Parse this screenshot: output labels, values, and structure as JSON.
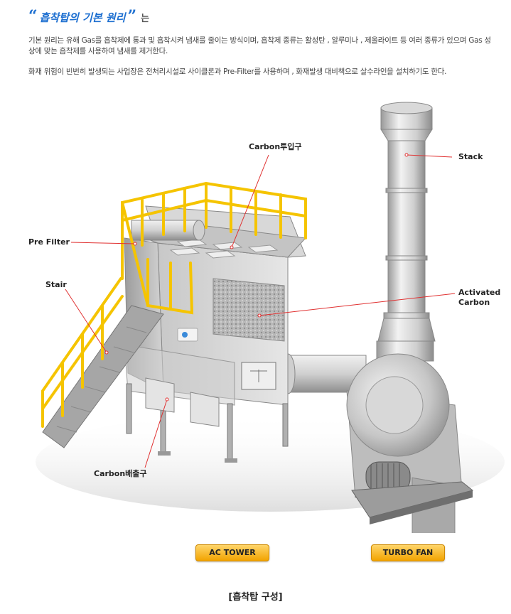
{
  "header": {
    "open_quote": "“",
    "title": "흡착탑의 기본 원리",
    "close_quote": "”",
    "suffix": "는"
  },
  "paragraphs": [
    "기본 원리는 유해 Gas를 흡착제에 통과 및 흡착시켜 냄새를 줄이는 방식이며, 흡착제 종류는 활성탄 , 알루미나 , 제올라이트 등 여러 종류가 있으며 Gas 성상에 맞는 흡착제를 사용하여 냄새를 제거한다.",
    "화재 위험이 빈번히 발생되는 사업장은 전처리시설로 사이클론과 Pre-Filter를 사용하며 , 화재발생 대비책으로 살수라인을 설치하기도 한다."
  ],
  "callouts": {
    "carbon_input": "Carbon투입구",
    "stack": "Stack",
    "pre_filter": "Pre Filter",
    "stair": "Stair",
    "activated_carbon_line1": "Activated",
    "activated_carbon_line2": "Carbon",
    "carbon_output": "Carbon배출구"
  },
  "buttons": {
    "ac_tower": "AC TOWER",
    "turbo_fan": "TURBO FAN"
  },
  "caption": "[흡착탑 구성]",
  "colors": {
    "heading": "#1d6fd0",
    "leader_line": "#e03030",
    "railing": "#f5c400",
    "button": "#f2a300"
  }
}
